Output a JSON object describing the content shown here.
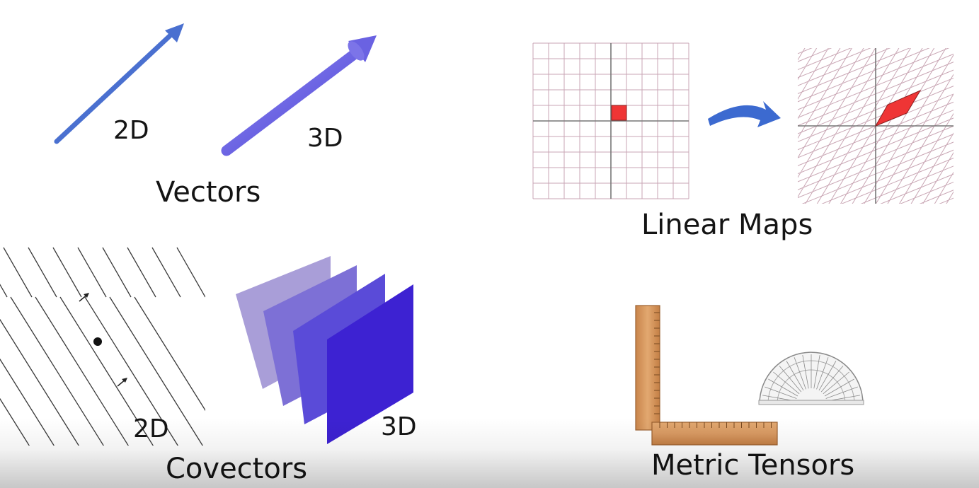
{
  "colors": {
    "arrow_2d": "#4a70d0",
    "arrow_3d": "#6a62e2",
    "grid_line": "#c9a6b4",
    "axis_line": "#777777",
    "unit_square": "#ef3535",
    "transform_arrow": "#3c6ad0",
    "covector_line": "#3a3a3a",
    "plane_colors": [
      "#a99ed8",
      "#7d70d6",
      "#5a4bd8",
      "#3d22d2"
    ],
    "ruler_wood": "#d99a63",
    "protractor": "#8a8a8a"
  },
  "panels": {
    "vectors": {
      "title": "Vectors",
      "label_2d": "2D",
      "label_3d": "3D",
      "icons": {
        "arrow_2d": "straight-arrow-icon",
        "arrow_3d": "cylinder-arrow-icon"
      }
    },
    "linear_maps": {
      "title": "Linear Maps",
      "icons": {
        "source": "square-grid-icon",
        "arrow": "curved-arrow-icon",
        "target": "sheared-grid-icon"
      }
    },
    "covectors": {
      "title": "Covectors",
      "label_2d": "2D",
      "label_3d": "3D",
      "icons": {
        "lines": "parallel-lines-icon",
        "planes": "stacked-planes-icon"
      }
    },
    "metric_tensors": {
      "title": "Metric Tensors",
      "icons": {
        "ruler": "l-square-ruler-icon",
        "protractor": "protractor-icon"
      }
    }
  }
}
